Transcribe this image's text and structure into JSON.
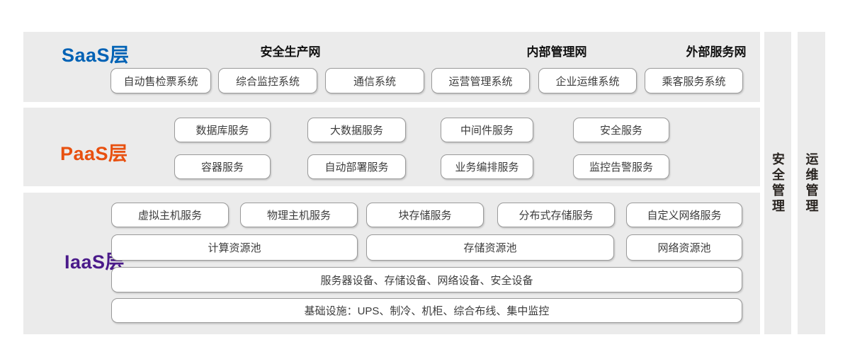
{
  "diagram": {
    "layers": [
      {
        "id": "saas",
        "label": "SaaS层",
        "label_color": "#0062b5",
        "group_titles": [
          "安全生产网",
          "内部管理网",
          "外部服务网"
        ],
        "boxes": [
          "自动售检票系统",
          "综合监控系统",
          "通信系统",
          "运营管理系统",
          "企业运维系统",
          "乘客服务系统"
        ]
      },
      {
        "id": "paas",
        "label": "PaaS层",
        "label_color": "#e8500f",
        "boxes_row1": [
          "数据库服务",
          "大数据服务",
          "中间件服务",
          "安全服务"
        ],
        "boxes_row2": [
          "容器服务",
          "自动部署服务",
          "业务编排服务",
          "监控告警服务"
        ]
      },
      {
        "id": "iaas",
        "label": "IaaS层",
        "label_color": "#4a1a8a",
        "boxes_row1": [
          "虚拟主机服务",
          "物理主机服务",
          "块存储服务",
          "分布式存储服务",
          "自定义网络服务"
        ],
        "boxes_row2": [
          "计算资源池",
          "存储资源池",
          "网络资源池"
        ],
        "full_width_rows": [
          "服务器设备、存储设备、网络设备、安全设备",
          "基础设施：UPS、制冷、机柜、综合布线、集中监控"
        ]
      }
    ],
    "side_bars": [
      "安全管理",
      "运维管理"
    ],
    "colors": {
      "band_background": "#ebebeb",
      "box_background": "#ffffff",
      "box_border": "#9a9a9a",
      "heading_text": "#111111",
      "box_text": "#3c3c3c"
    }
  }
}
